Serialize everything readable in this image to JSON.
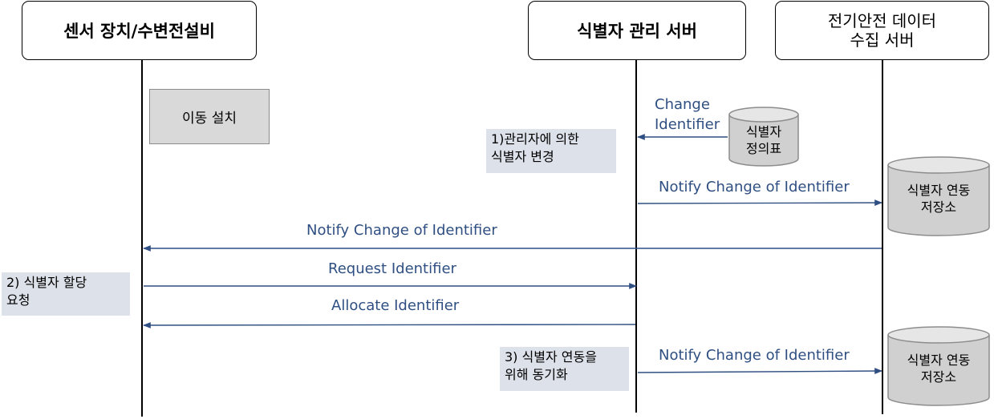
{
  "actors": {
    "sensor": "센서 장치/수변전설비",
    "id_server": "식별자 관리 서버",
    "collect_server_line1": "전기안전 데이터",
    "collect_server_line2": "수집 서버"
  },
  "boxes": {
    "move_install": "이동 설치"
  },
  "notes": {
    "admin_change_line1": "1)관리자에 의한",
    "admin_change_line2": "식별자 변경",
    "request_alloc_line1": "2) 식별자 할당",
    "request_alloc_line2": "요청",
    "sync_line1": "3) 식별자 연동을",
    "sync_line2": "위해 동기화"
  },
  "databases": {
    "definition_line1": "식별자",
    "definition_line2": "정의표",
    "repo_line1": "식별자 연동",
    "repo_line2": "저장소"
  },
  "messages": {
    "change_line1": "Change",
    "change_line2": "Identifier",
    "notify_to_repo": "Notify  Change  of  Identifier",
    "notify_to_sensor": "Notify  Change  of  Identifier",
    "request": "Request  Identifier",
    "allocate": "Allocate  Identifier",
    "notify_to_repo_2": "Notify  Change  of  Identifier"
  },
  "colors": {
    "arrow": "#2f4f82",
    "note_fill": "#dde1e9",
    "db_fill": "#d0d0d0"
  }
}
